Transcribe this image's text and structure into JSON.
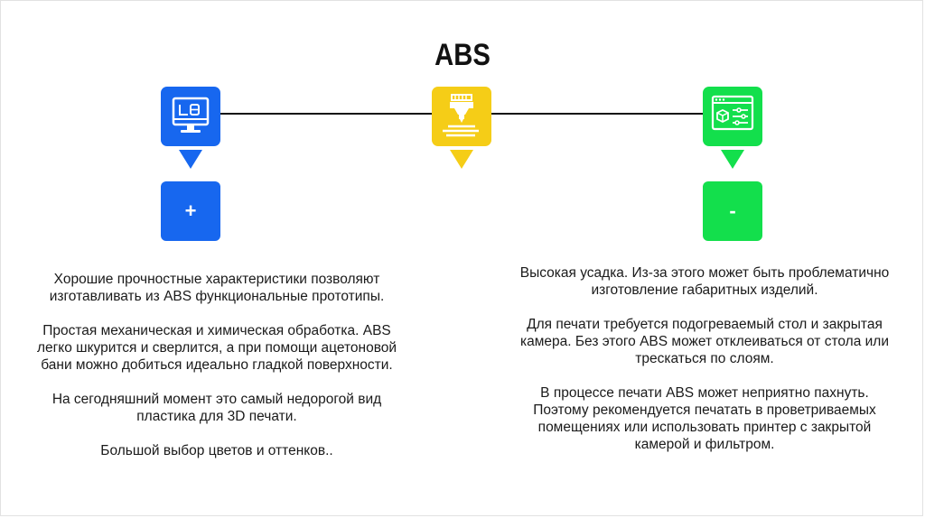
{
  "title": "ABS",
  "colors": {
    "blue": "#1767ef",
    "yellow": "#f5cd17",
    "green": "#13df4c"
  },
  "icons": {
    "left": "monitor-icon",
    "center": "3d-printer-icon",
    "right": "settings-window-icon"
  },
  "plus_label": "+",
  "minus_label": "-",
  "pros": [
    "Хорошие прочностные характеристики позволяют изготавливать из ABS функциональные прототипы.",
    "Простая механическая и химическая обработка. ABS легко шкурится и сверлится, а при помощи ацетоновой бани можно добиться идеально гладкой поверхности.",
    "На сегодняшний момент это самый недорогой вид пластика для 3D печати.",
    "Большой выбор цветов и оттенков.."
  ],
  "cons": [
    "Высокая усадка. Из-за этого может быть проблематично изготовление габаритных изделий.",
    "Для печати требуется подогреваемый стол и закрытая камера. Без этого ABS может отклеиваться от стола или трескаться по слоям.",
    "В процессе печати ABS может неприятно пахнуть. Поэтому рекомендуется печатать в проветриваемых помещениях или использовать принтер с закрытой камерой и фильтром."
  ]
}
